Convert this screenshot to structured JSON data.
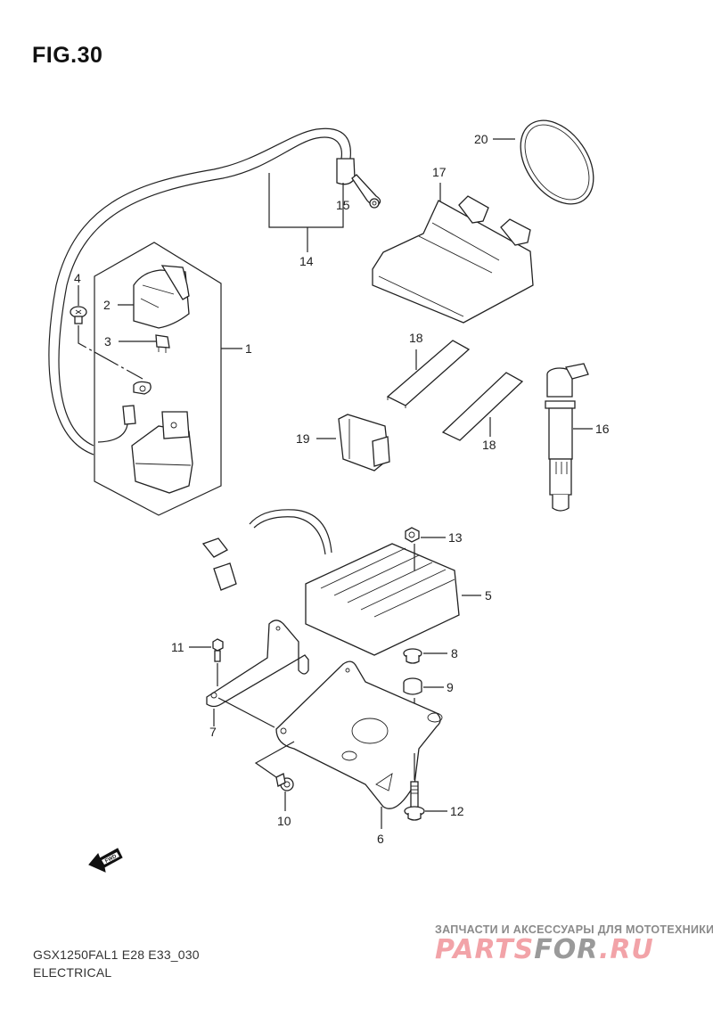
{
  "figure": {
    "title": "FIG.30",
    "model_code": "GSX1250FAL1 E28 E33_030",
    "section": "ELECTRICAL"
  },
  "orientation_marker": {
    "label": "FWD",
    "icon": "fwd-arrow-icon"
  },
  "callouts": [
    {
      "number": "1",
      "part": "starter relay assembly"
    },
    {
      "number": "2",
      "part": "relay cover"
    },
    {
      "number": "3",
      "part": "fuse"
    },
    {
      "number": "4",
      "part": "screw"
    },
    {
      "number": "5",
      "part": "regulator/rectifier"
    },
    {
      "number": "6",
      "part": "bracket"
    },
    {
      "number": "7",
      "part": "bracket"
    },
    {
      "number": "8",
      "part": "collar"
    },
    {
      "number": "9",
      "part": "cushion"
    },
    {
      "number": "10",
      "part": "bolt"
    },
    {
      "number": "11",
      "part": "bolt"
    },
    {
      "number": "12",
      "part": "bolt"
    },
    {
      "number": "13",
      "part": "nut"
    },
    {
      "number": "14",
      "part": "battery lead wire"
    },
    {
      "number": "15",
      "part": "terminal cap"
    },
    {
      "number": "16",
      "part": "ignition coil"
    },
    {
      "number": "17",
      "part": "ECM"
    },
    {
      "number": "18",
      "part": "cushion pad"
    },
    {
      "number": "18b",
      "label": "18",
      "part": "cushion pad"
    },
    {
      "number": "19",
      "part": "connector"
    },
    {
      "number": "20",
      "part": "band"
    }
  ],
  "labels": {
    "c1": "1",
    "c2": "2",
    "c3": "3",
    "c4": "4",
    "c5": "5",
    "c6": "6",
    "c7": "7",
    "c8": "8",
    "c9": "9",
    "c10": "10",
    "c11": "11",
    "c12": "12",
    "c13": "13",
    "c14": "14",
    "c15": "15",
    "c16": "16",
    "c17": "17",
    "c18a": "18",
    "c18b": "18",
    "c19": "19",
    "c20": "20"
  },
  "watermark": {
    "tagline": "ЗАПЧАСТИ И АКСЕССУАРЫ ДЛЯ МОТОТЕХНИКИ",
    "logo_part1": "PARTS",
    "logo_part2": "FOR",
    "logo_part3": ".RU",
    "colors": {
      "pink": "#f2a3a8",
      "gray": "#9a9a9a"
    }
  }
}
